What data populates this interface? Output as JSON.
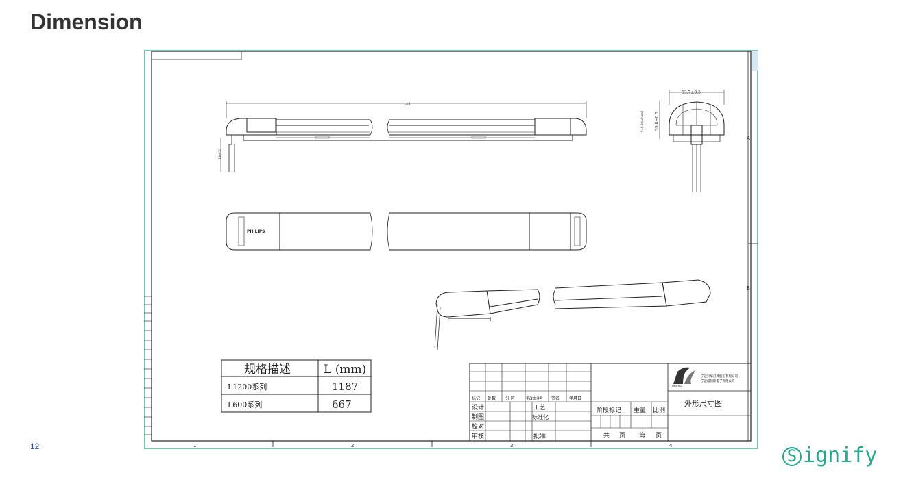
{
  "slide": {
    "title": "Dimension",
    "page_number": "12",
    "logo_text": "ignify",
    "logo_s": "S",
    "accent_color": "#27a58f"
  },
  "drawing": {
    "brand_mark": "PHILIPS",
    "zone_labels": {
      "row_a": "A",
      "row_b": "B",
      "col_1": "1",
      "col_2": "2",
      "col_3": "3",
      "col_4": "4"
    },
    "dim_width": "53.7±0.5",
    "dim_height": "35.8±0.5",
    "spec_table": {
      "header_desc": "规格描述",
      "header_len": "L (mm)",
      "rows": [
        {
          "model": "L1200系列",
          "length": "1187"
        },
        {
          "model": "L600系列",
          "length": "667"
        }
      ]
    },
    "title_block": {
      "company_1": "宁波兴华灯具股份有限公司",
      "company_2": "宁波威顿斯电子有限公司",
      "company_logo_text": "KING SEA",
      "drawing_name": "外形尺寸图",
      "revision_headers": [
        "标记",
        "处数",
        "分 区",
        "更改文件号",
        "签名",
        "年月日"
      ],
      "roles": [
        "设计",
        "制图",
        "校对",
        "审核"
      ],
      "process_labels": [
        "工艺",
        "标准化",
        "批准"
      ],
      "stage_label": "阶段标记",
      "weight_label": "重量",
      "scale_label": "比例",
      "sheets_total": "共",
      "sheet_unit_1": "页",
      "sheet_no": "第",
      "sheet_unit_2": "页"
    }
  }
}
